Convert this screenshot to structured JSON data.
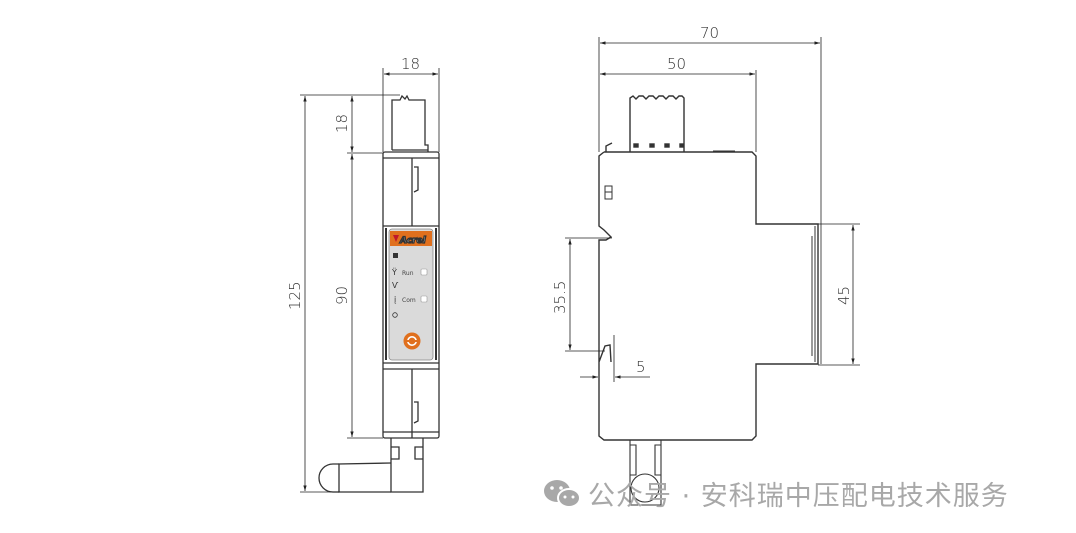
{
  "diagram": {
    "type": "technical-dimension-drawing",
    "views": {
      "front": {
        "brand": "Acrel",
        "indicators": [
          {
            "label": "Run"
          },
          {
            "label": "Com"
          }
        ],
        "dimensions": {
          "width": "18",
          "antenna_connector_height": "18",
          "body_height": "90",
          "total_height": "125"
        }
      },
      "side": {
        "dimensions": {
          "overall_depth": "70",
          "front_depth": "50",
          "din_rail_width": "35.5",
          "clip_offset": "5",
          "front_face_height": "45"
        }
      }
    },
    "colors": {
      "line": "#333333",
      "brand_orange": "#e0701e",
      "panel_gray": "#d8d8d8",
      "watermark": "#a8a8a8"
    }
  },
  "watermark": {
    "text": "公众号 · 安科瑞中压配电技术服务",
    "icon": "wechat-icon"
  }
}
